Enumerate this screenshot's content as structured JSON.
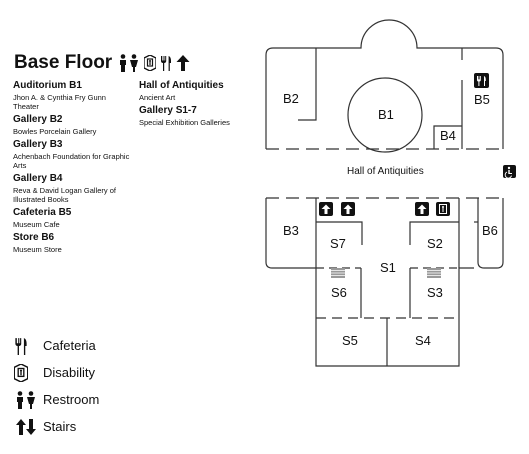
{
  "header": {
    "title": "Base Floor",
    "icons": [
      "restroom-icon",
      "disability-icon",
      "cafeteria-icon",
      "stairs-icon"
    ]
  },
  "directory": {
    "left": [
      {
        "heading": "Auditorium B1",
        "detail": "Jhon A. & Cynthia Fry Gunn Theater"
      },
      {
        "heading": "Gallery B2",
        "detail": "Bowles Porcelain Gallery"
      },
      {
        "heading": "Gallery B3",
        "detail": "Achenbach Foundation for Graphic Arts"
      },
      {
        "heading": "Gallery B4",
        "detail": "Reva & David Logan Gallery of Illustrated Books"
      },
      {
        "heading": "Cafeteria B5",
        "detail": "Museum Cafe"
      },
      {
        "heading": "Store B6",
        "detail": "Museum Store"
      }
    ],
    "right": [
      {
        "heading": "Hall of Antiquities",
        "detail": "Ancient Art"
      },
      {
        "heading": "Gallery S1-7",
        "detail": "Special Exhibition Galleries"
      }
    ]
  },
  "map": {
    "rooms": {
      "b1": "B1",
      "b2": "B2",
      "b3": "B3",
      "b4": "B4",
      "b5": "B5",
      "b6": "B6",
      "hall": "Hall of Antiquities",
      "s1": "S1",
      "s2": "S2",
      "s3": "S3",
      "s4": "S4",
      "s5": "S5",
      "s6": "S6",
      "s7": "S7"
    },
    "markers": [
      "cafeteria-icon",
      "disability-icon",
      "stairs-icon",
      "stairs-icon",
      "stairs-icon",
      "disability-icon",
      "stairs-icon",
      "stairs-icon"
    ]
  },
  "legend": {
    "items": [
      {
        "icon": "cafeteria-icon",
        "label": "Cafeteria"
      },
      {
        "icon": "disability-icon",
        "label": "Disability"
      },
      {
        "icon": "restroom-icon",
        "label": "Restroom"
      },
      {
        "icon": "stairs-icon",
        "label": "Stairs"
      }
    ]
  },
  "colors": {
    "ink": "#111111",
    "line": "#333333",
    "badge": "#111111"
  }
}
